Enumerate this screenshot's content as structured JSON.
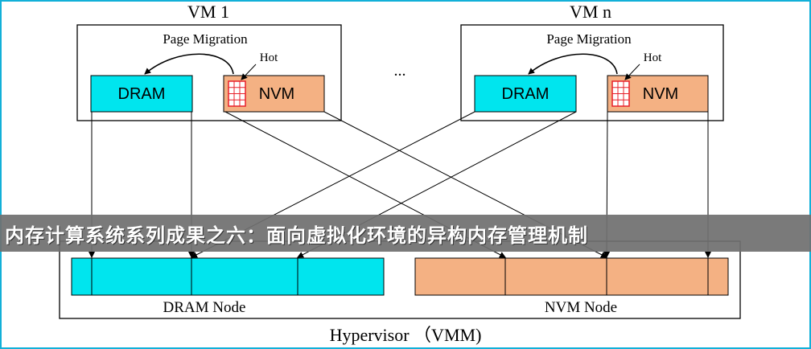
{
  "banner": {
    "title": "内存计算系统系列成果之六：面向虚拟化环境的异构内存管理机制"
  },
  "diagram": {
    "vm_left": {
      "title": "VM 1",
      "migration_label": "Page Migration",
      "hot_label": "Hot",
      "dram_label": "DRAM",
      "nvm_label": "NVM"
    },
    "vm_right": {
      "title": "VM n",
      "migration_label": "Page Migration",
      "hot_label": "Hot",
      "dram_label": "DRAM",
      "nvm_label": "NVM"
    },
    "ellipsis": "...",
    "dram_node_label": "DRAM Node",
    "nvm_node_label": "NVM Node",
    "hypervisor_label": "Hypervisor （VMM)",
    "colors": {
      "dram": "#00e5ee",
      "nvm": "#f4b183",
      "hot_grid": "#e8202a",
      "frame": "#12b0d8",
      "banner": "#707070"
    }
  }
}
